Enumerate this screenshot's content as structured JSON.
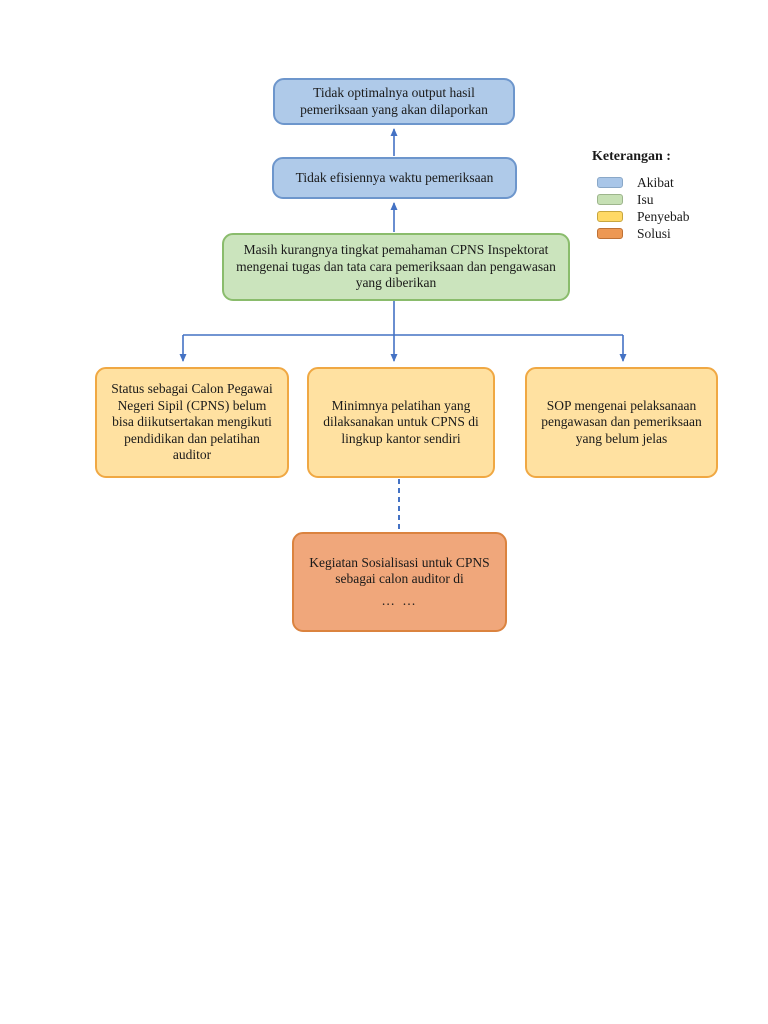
{
  "diagram": {
    "nodes": {
      "akibat1": "Tidak optimalnya output hasil pemeriksaan yang akan dilaporkan",
      "akibat2": "Tidak efisiennya waktu pemeriksaan",
      "isu": "Masih kurangnya tingkat pemahaman CPNS Inspektorat mengenai tugas dan tata cara pemeriksaan dan pengawasan yang diberikan",
      "penyebab1": "Status sebagai Calon Pegawai Negeri Sipil (CPNS) belum bisa diikutsertakan mengikuti pendidikan dan pelatihan auditor",
      "penyebab2": "Minimnya pelatihan yang dilaksanakan untuk CPNS di lingkup kantor sendiri",
      "penyebab3": "SOP mengenai pelaksanaan pengawasan dan pemeriksaan yang belum jelas",
      "solusi_line1": "Kegiatan Sosialisasi untuk CPNS sebagai calon auditor di",
      "solusi_line2": "… …"
    },
    "legend": {
      "title": "Keterangan :",
      "items": [
        {
          "label": "Akibat",
          "color": "#A9C6E8",
          "border": "#8AA8C8"
        },
        {
          "label": "Isu",
          "color": "#C6E0B4",
          "border": "#9DB58C"
        },
        {
          "label": "Penyebab",
          "color": "#FFD966",
          "border": "#C7A63E"
        },
        {
          "label": "Solusi",
          "color": "#ED9853",
          "border": "#BE7135"
        }
      ]
    },
    "colors": {
      "akibat_fill": "#AFCAE9",
      "akibat_border": "#6D96CC",
      "isu_fill": "#CBE4BD",
      "isu_border": "#8ABC6C",
      "penyebab_fill": "#FFE1A1",
      "penyebab_border": "#F0A843",
      "solusi_fill": "#F0A77B",
      "solusi_border": "#DB833F",
      "connector": "#4472C4",
      "text": "#1A1A1A"
    }
  }
}
